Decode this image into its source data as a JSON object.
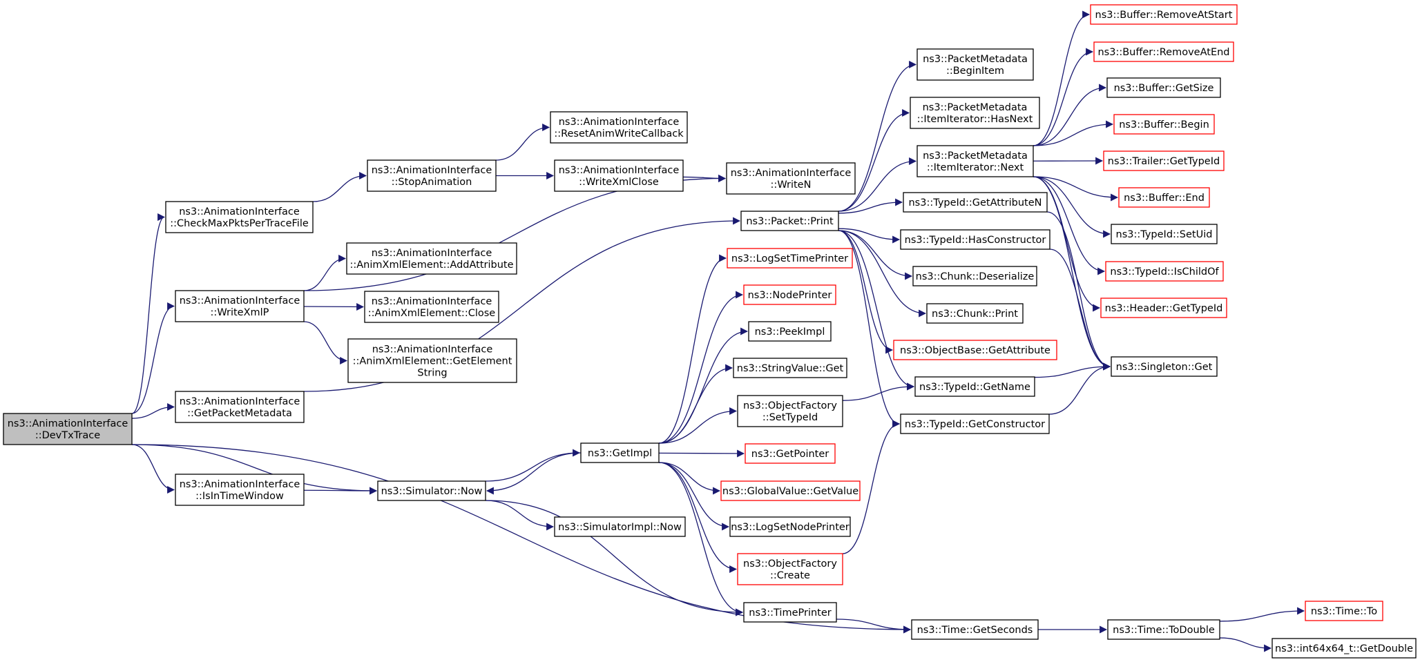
{
  "colors": {
    "edge": "#191970",
    "border_documented": "#000000",
    "border_undocumented": "#ff0000",
    "root_fill": "#bfbfbf"
  },
  "nodes": [
    {
      "id": "DevTxTrace",
      "lines": [
        "ns3::AnimationInterface",
        "::DevTxTrace"
      ],
      "style": "root"
    },
    {
      "id": "CheckMaxPkts",
      "lines": [
        "ns3::AnimationInterface",
        "::CheckMaxPktsPerTraceFile"
      ]
    },
    {
      "id": "WriteXmlP",
      "lines": [
        "ns3::AnimationInterface",
        "::WriteXmlP"
      ]
    },
    {
      "id": "GetPacketMetadata",
      "lines": [
        "ns3::AnimationInterface",
        "::GetPacketMetadata"
      ]
    },
    {
      "id": "IsInTimeWindow",
      "lines": [
        "ns3::AnimationInterface",
        "::IsInTimeWindow"
      ]
    },
    {
      "id": "StopAnimation",
      "lines": [
        "ns3::AnimationInterface",
        "::StopAnimation"
      ]
    },
    {
      "id": "AddAttribute",
      "lines": [
        "ns3::AnimationInterface",
        "::AnimXmlElement::AddAttribute"
      ]
    },
    {
      "id": "AXClose",
      "lines": [
        "ns3::AnimationInterface",
        "::AnimXmlElement::Close"
      ]
    },
    {
      "id": "GetElementString",
      "lines": [
        "ns3::AnimationInterface",
        "::AnimXmlElement::GetElement",
        "String"
      ]
    },
    {
      "id": "SimulatorNow",
      "lines": [
        "ns3::Simulator::Now"
      ]
    },
    {
      "id": "ResetAnimWrite",
      "lines": [
        "ns3::AnimationInterface",
        "::ResetAnimWriteCallback"
      ]
    },
    {
      "id": "WriteXmlClose",
      "lines": [
        "ns3::AnimationInterface",
        "::WriteXmlClose"
      ]
    },
    {
      "id": "GetImpl",
      "lines": [
        "ns3::GetImpl"
      ]
    },
    {
      "id": "SimulatorImplNow",
      "lines": [
        "ns3::SimulatorImpl::Now"
      ]
    },
    {
      "id": "WriteN",
      "lines": [
        "ns3::AnimationInterface",
        "::WriteN"
      ]
    },
    {
      "id": "PacketPrint",
      "lines": [
        "ns3::Packet::Print"
      ]
    },
    {
      "id": "LogSetTimePrinter",
      "lines": [
        "ns3::LogSetTimePrinter"
      ],
      "style": "red"
    },
    {
      "id": "NodePrinter",
      "lines": [
        "ns3::NodePrinter"
      ],
      "style": "red"
    },
    {
      "id": "PeekImpl",
      "lines": [
        "ns3::PeekImpl"
      ]
    },
    {
      "id": "StringValueGet",
      "lines": [
        "ns3::StringValue::Get"
      ]
    },
    {
      "id": "OFSetTypeId",
      "lines": [
        "ns3::ObjectFactory",
        "::SetTypeId"
      ]
    },
    {
      "id": "GetPointer",
      "lines": [
        "ns3::GetPointer"
      ],
      "style": "red"
    },
    {
      "id": "GlobalValueGetValue",
      "lines": [
        "ns3::GlobalValue::GetValue"
      ],
      "style": "red"
    },
    {
      "id": "LogSetNodePrinter",
      "lines": [
        "ns3::LogSetNodePrinter"
      ]
    },
    {
      "id": "OFCreate",
      "lines": [
        "ns3::ObjectFactory",
        "::Create"
      ],
      "style": "red"
    },
    {
      "id": "TimePrinter",
      "lines": [
        "ns3::TimePrinter"
      ]
    },
    {
      "id": "PMBeginItem",
      "lines": [
        "ns3::PacketMetadata",
        "::BeginItem"
      ]
    },
    {
      "id": "PMHasNext",
      "lines": [
        "ns3::PacketMetadata",
        "::ItemIterator::HasNext"
      ]
    },
    {
      "id": "PMNext",
      "lines": [
        "ns3::PacketMetadata",
        "::ItemIterator::Next"
      ]
    },
    {
      "id": "TIGetAttributeN",
      "lines": [
        "ns3::TypeId::GetAttributeN"
      ]
    },
    {
      "id": "TIHasConstructor",
      "lines": [
        "ns3::TypeId::HasConstructor"
      ]
    },
    {
      "id": "ChunkDeserialize",
      "lines": [
        "ns3::Chunk::Deserialize"
      ]
    },
    {
      "id": "ChunkPrint",
      "lines": [
        "ns3::Chunk::Print"
      ]
    },
    {
      "id": "OBGetAttribute",
      "lines": [
        "ns3::ObjectBase::GetAttribute"
      ],
      "style": "red"
    },
    {
      "id": "TIGetName",
      "lines": [
        "ns3::TypeId::GetName"
      ]
    },
    {
      "id": "TIGetConstructor",
      "lines": [
        "ns3::TypeId::GetConstructor"
      ]
    },
    {
      "id": "TimeGetSeconds",
      "lines": [
        "ns3::Time::GetSeconds"
      ]
    },
    {
      "id": "BufRemoveAtStart",
      "lines": [
        "ns3::Buffer::RemoveAtStart"
      ],
      "style": "red"
    },
    {
      "id": "BufRemoveAtEnd",
      "lines": [
        "ns3::Buffer::RemoveAtEnd"
      ],
      "style": "red"
    },
    {
      "id": "BufGetSize",
      "lines": [
        "ns3::Buffer::GetSize"
      ]
    },
    {
      "id": "BufBegin",
      "lines": [
        "ns3::Buffer::Begin"
      ],
      "style": "red"
    },
    {
      "id": "TrailerGetTypeId",
      "lines": [
        "ns3::Trailer::GetTypeId"
      ],
      "style": "red"
    },
    {
      "id": "BufEnd",
      "lines": [
        "ns3::Buffer::End"
      ],
      "style": "red"
    },
    {
      "id": "TISetUid",
      "lines": [
        "ns3::TypeId::SetUid"
      ]
    },
    {
      "id": "TIIsChildOf",
      "lines": [
        "ns3::TypeId::IsChildOf"
      ],
      "style": "red"
    },
    {
      "id": "HeaderGetTypeId",
      "lines": [
        "ns3::Header::GetTypeId"
      ],
      "style": "red"
    },
    {
      "id": "SingletonGet",
      "lines": [
        "ns3::Singleton::Get"
      ]
    },
    {
      "id": "TimeToDouble",
      "lines": [
        "ns3::Time::ToDouble"
      ]
    },
    {
      "id": "TimeTo",
      "lines": [
        "ns3::Time::To"
      ],
      "style": "red"
    },
    {
      "id": "GetDouble",
      "lines": [
        "ns3::int64x64_t::GetDouble"
      ]
    }
  ],
  "edges": [
    [
      "DevTxTrace",
      "CheckMaxPkts"
    ],
    [
      "DevTxTrace",
      "WriteXmlP"
    ],
    [
      "DevTxTrace",
      "GetPacketMetadata"
    ],
    [
      "DevTxTrace",
      "SimulatorNow"
    ],
    [
      "DevTxTrace",
      "IsInTimeWindow"
    ],
    [
      "DevTxTrace",
      "TimeGetSeconds"
    ],
    [
      "CheckMaxPkts",
      "StopAnimation"
    ],
    [
      "StopAnimation",
      "ResetAnimWrite"
    ],
    [
      "StopAnimation",
      "WriteXmlClose"
    ],
    [
      "WriteXmlClose",
      "WriteN"
    ],
    [
      "WriteXmlP",
      "WriteN"
    ],
    [
      "WriteXmlP",
      "AddAttribute"
    ],
    [
      "WriteXmlP",
      "AXClose"
    ],
    [
      "WriteXmlP",
      "GetElementString"
    ],
    [
      "GetPacketMetadata",
      "PacketPrint"
    ],
    [
      "IsInTimeWindow",
      "SimulatorNow"
    ],
    [
      "SimulatorNow",
      "GetImpl"
    ],
    [
      "SimulatorNow",
      "SimulatorImplNow"
    ],
    [
      "GetImpl",
      "SimulatorNow"
    ],
    [
      "GetImpl",
      "LogSetTimePrinter"
    ],
    [
      "GetImpl",
      "NodePrinter"
    ],
    [
      "GetImpl",
      "PeekImpl"
    ],
    [
      "GetImpl",
      "StringValueGet"
    ],
    [
      "GetImpl",
      "OFSetTypeId"
    ],
    [
      "GetImpl",
      "GetPointer"
    ],
    [
      "GetImpl",
      "GlobalValueGetValue"
    ],
    [
      "GetImpl",
      "LogSetNodePrinter"
    ],
    [
      "GetImpl",
      "OFCreate"
    ],
    [
      "GetImpl",
      "TimePrinter"
    ],
    [
      "SimulatorNow",
      "TimePrinter"
    ],
    [
      "OFSetTypeId",
      "TIGetName"
    ],
    [
      "OFCreate",
      "TIGetConstructor"
    ],
    [
      "TimePrinter",
      "TimeGetSeconds"
    ],
    [
      "PacketPrint",
      "PMBeginItem"
    ],
    [
      "PacketPrint",
      "PMHasNext"
    ],
    [
      "PacketPrint",
      "PMNext"
    ],
    [
      "PacketPrint",
      "TIGetAttributeN"
    ],
    [
      "PacketPrint",
      "TIHasConstructor"
    ],
    [
      "PacketPrint",
      "ChunkDeserialize"
    ],
    [
      "PacketPrint",
      "ChunkPrint"
    ],
    [
      "PacketPrint",
      "OBGetAttribute"
    ],
    [
      "PacketPrint",
      "TIGetName"
    ],
    [
      "PacketPrint",
      "TIGetConstructor"
    ],
    [
      "PMNext",
      "BufRemoveAtStart"
    ],
    [
      "PMNext",
      "BufRemoveAtEnd"
    ],
    [
      "PMNext",
      "BufGetSize"
    ],
    [
      "PMNext",
      "BufBegin"
    ],
    [
      "PMNext",
      "TrailerGetTypeId"
    ],
    [
      "PMNext",
      "BufEnd"
    ],
    [
      "PMNext",
      "TISetUid"
    ],
    [
      "PMNext",
      "TIIsChildOf"
    ],
    [
      "PMNext",
      "HeaderGetTypeId"
    ],
    [
      "PMNext",
      "SingletonGet"
    ],
    [
      "TIGetAttributeN",
      "SingletonGet"
    ],
    [
      "TIHasConstructor",
      "SingletonGet"
    ],
    [
      "TIGetName",
      "SingletonGet"
    ],
    [
      "TIGetConstructor",
      "SingletonGet"
    ],
    [
      "TimeGetSeconds",
      "TimeToDouble"
    ],
    [
      "TimeToDouble",
      "TimeTo"
    ],
    [
      "TimeToDouble",
      "GetDouble"
    ]
  ]
}
